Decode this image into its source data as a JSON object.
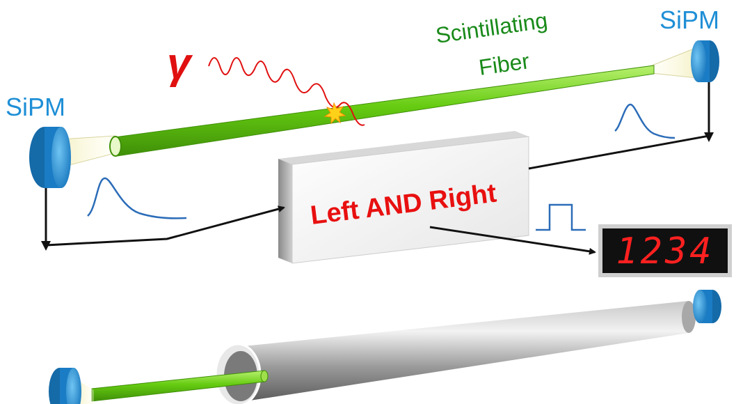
{
  "labels": {
    "sipm_left": "SiPM",
    "sipm_right": "SiPM",
    "fiber_line1": "Scintillating",
    "fiber_line2": "Fiber",
    "gamma": "γ",
    "coincidence": "Left AND Right",
    "counter": "1234"
  },
  "colors": {
    "sipm_blue": "#1f8fd6",
    "fiber_green": "#66cc11",
    "fiber_text": "#1a8a1a",
    "gamma_red": "#e01010",
    "pulse_blue": "#2b6cb8",
    "logic_text": "#e81010",
    "counter_digits": "#ff2020",
    "counter_bg": "#101010"
  }
}
